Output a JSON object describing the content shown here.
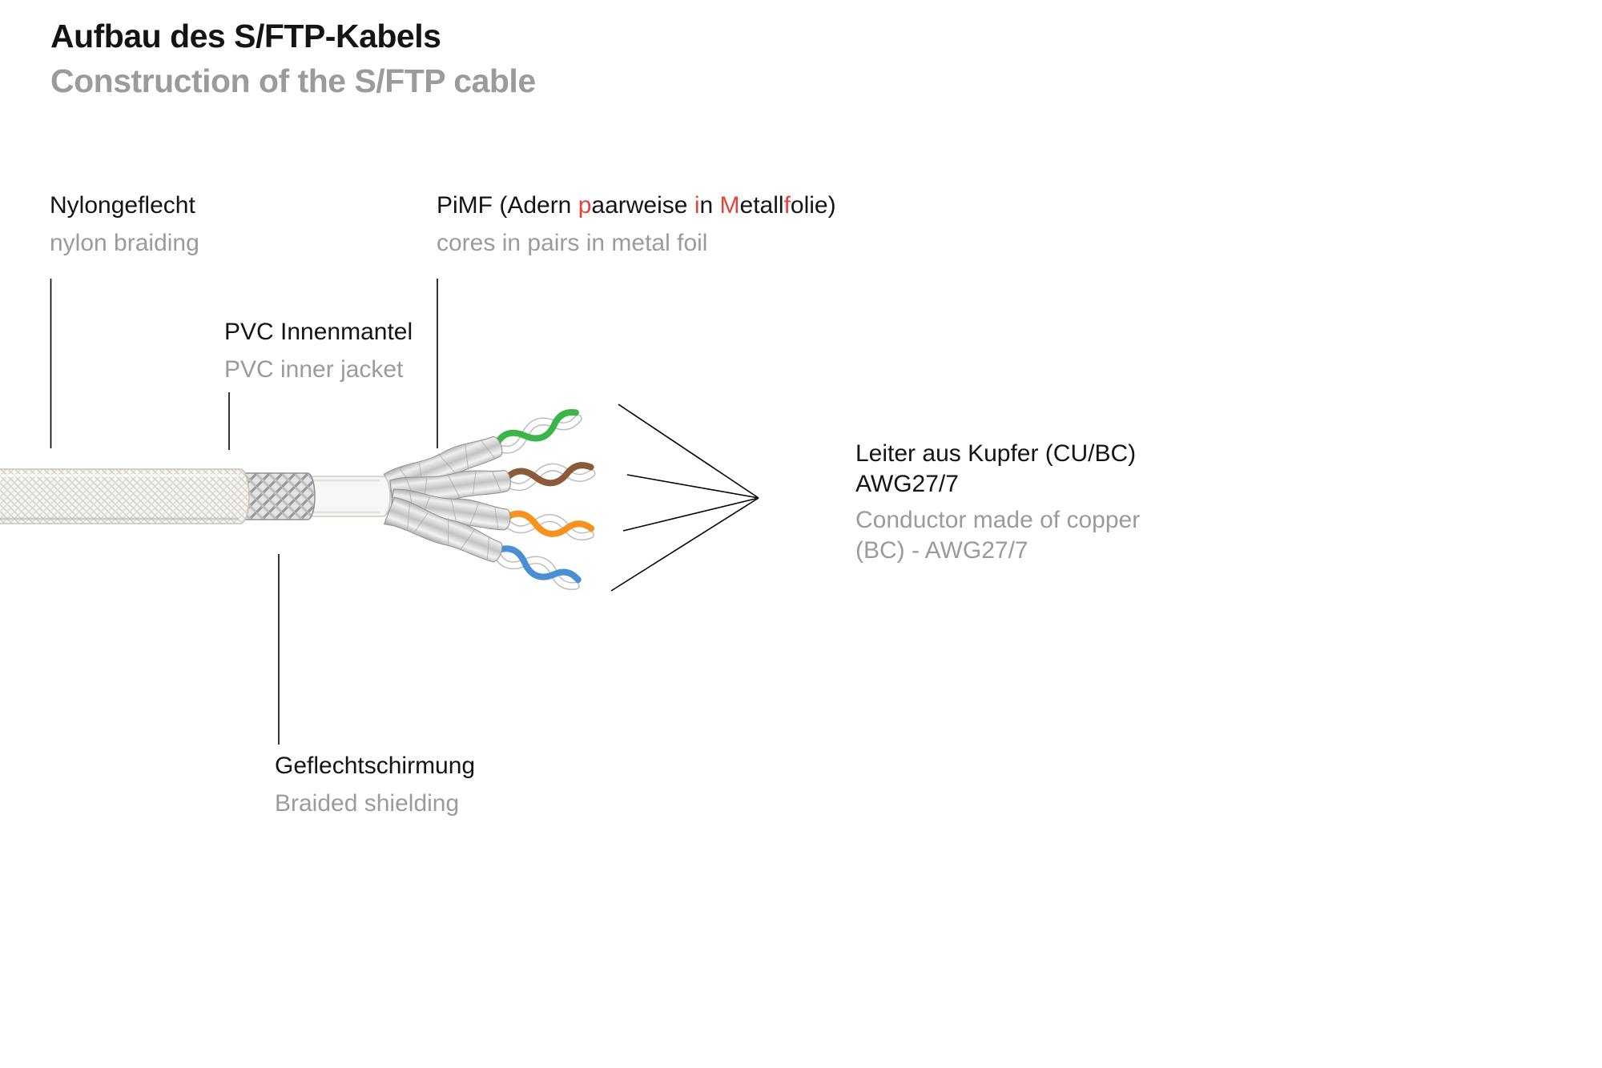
{
  "header": {
    "title": "Aufbau des S/FTP-Kabels",
    "subtitle": "Construction of the S/FTP cable"
  },
  "labels": {
    "nylon": {
      "de": "Nylongeflecht",
      "en": "nylon braiding"
    },
    "pimf": {
      "de_parts": [
        {
          "text": "PiMF (Adern "
        },
        {
          "text": "p",
          "highlight": true
        },
        {
          "text": "aarweise "
        },
        {
          "text": "i",
          "highlight": true
        },
        {
          "text": "n "
        },
        {
          "text": "M",
          "highlight": true
        },
        {
          "text": "etall"
        },
        {
          "text": "f",
          "highlight": true
        },
        {
          "text": "olie)"
        }
      ],
      "en": "cores in pairs in metal foil"
    },
    "pvc_inner": {
      "de": "PVC Innenmantel",
      "en": "PVC inner jacket"
    },
    "conductor": {
      "de_line1": "Leiter aus Kupfer (CU/BC)",
      "de_line2": "AWG27/7",
      "en_line1": "Conductor made of copper",
      "en_line2": "(BC) - AWG27/7"
    },
    "braided_shield": {
      "de": "Geflechtschirmung",
      "en": "Braided shielding"
    }
  },
  "colors": {
    "primary_text": "#141414",
    "secondary_text": "#9b9b9b",
    "highlight_red": "#e6423a",
    "leader_line": "#000000"
  },
  "cable": {
    "pairs": [
      {
        "name": "green",
        "color": "#3bb54a"
      },
      {
        "name": "brown",
        "color": "#8a5a3a"
      },
      {
        "name": "orange",
        "color": "#f6921e"
      },
      {
        "name": "blue",
        "color": "#4a8fd4"
      }
    ]
  }
}
